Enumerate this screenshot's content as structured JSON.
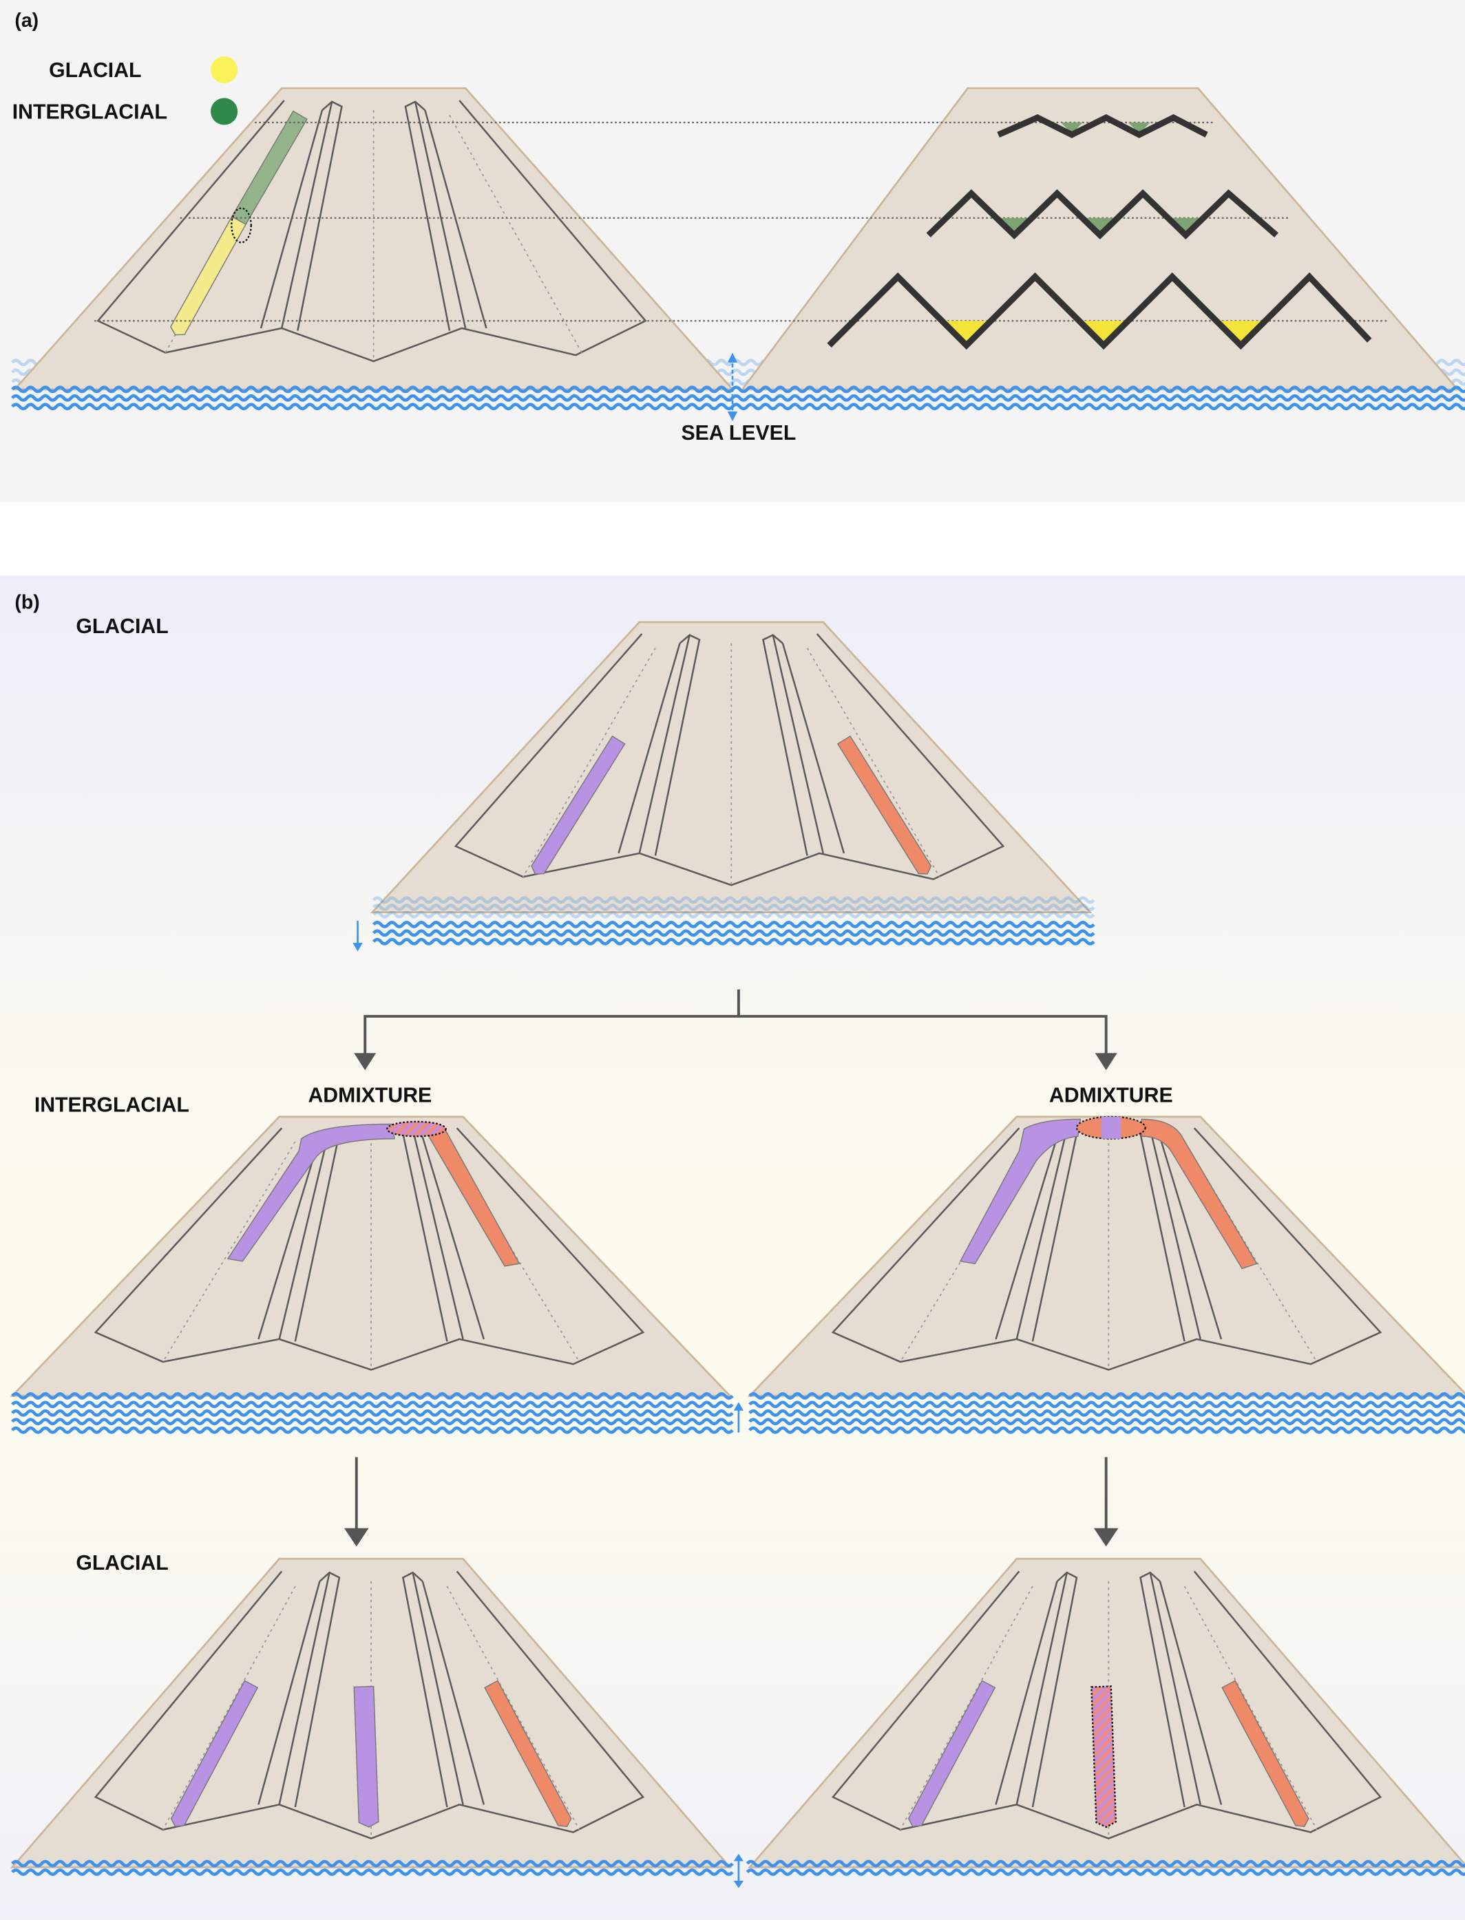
{
  "panel_a": {
    "label": "(a)",
    "legend": [
      {
        "text": "GLACIAL",
        "color": "#fbf25a"
      },
      {
        "text": "INTERGLACIAL",
        "color": "#2f8a4a"
      }
    ],
    "sea_level_label": "SEA LEVEL"
  },
  "panel_b": {
    "label": "(b)",
    "glacial_top": "GLACIAL",
    "interglacial": "INTERGLACIAL",
    "admixture_left": "ADMIXTURE",
    "admixture_right": "ADMIXTURE",
    "glacial_bottom": "GLACIAL"
  },
  "colors": {
    "glacial": "#f3ea8c",
    "interglacial": "#93b48a",
    "lineage_purple": "#b993e3",
    "lineage_orange": "#ee8a68",
    "water": "#3d92ec",
    "island_fill": "#e5dcd2",
    "island_edge": "#cdb497"
  }
}
